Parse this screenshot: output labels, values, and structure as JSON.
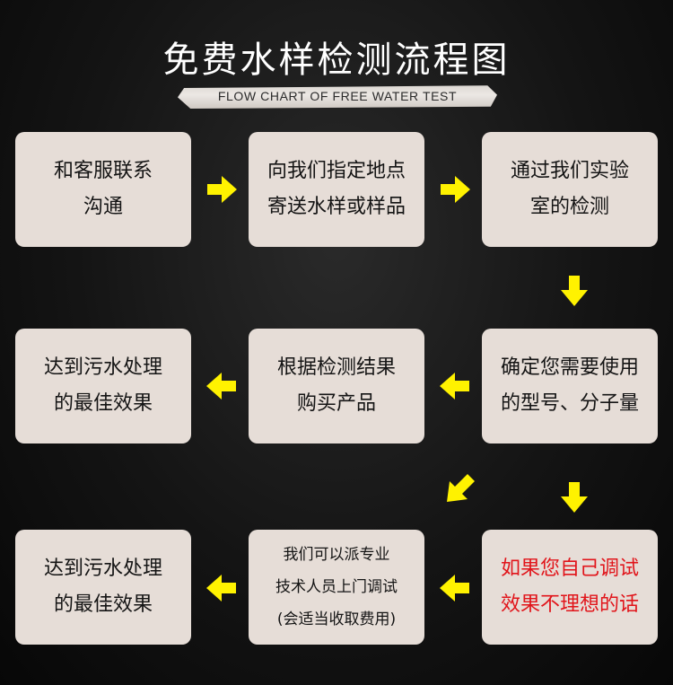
{
  "header": {
    "title": "免费水样检测流程图",
    "subtitle": "FLOW CHART OF FREE WATER TEST"
  },
  "colors": {
    "box_background": "#e6ddd7",
    "arrow": "#fff200",
    "highlight_text": "#e1141a"
  },
  "steps": [
    {
      "text": "和客服联系\n沟通"
    },
    {
      "text": "向我们指定地点\n寄送水样或样品"
    },
    {
      "text": "通过我们实验\n室的检测"
    },
    {
      "text": "确定您需要使用\n的型号、分子量"
    },
    {
      "text": "根据检测结果\n购买产品"
    },
    {
      "text": "达到污水处理\n的最佳效果"
    },
    {
      "text": "如果您自己调试\n效果不理想的话"
    },
    {
      "text": "我们可以派专业\n技术人员上门调试\n(会适当收取费用)"
    },
    {
      "text": "达到污水处理\n的最佳效果"
    }
  ],
  "arrows": [
    {
      "icon": "arrow-right-icon"
    },
    {
      "icon": "arrow-right-icon"
    },
    {
      "icon": "arrow-down-icon"
    },
    {
      "icon": "arrow-left-icon"
    },
    {
      "icon": "arrow-left-icon"
    },
    {
      "icon": "arrow-down-left-icon"
    },
    {
      "icon": "arrow-down-icon"
    },
    {
      "icon": "arrow-left-icon"
    },
    {
      "icon": "arrow-left-icon"
    }
  ]
}
